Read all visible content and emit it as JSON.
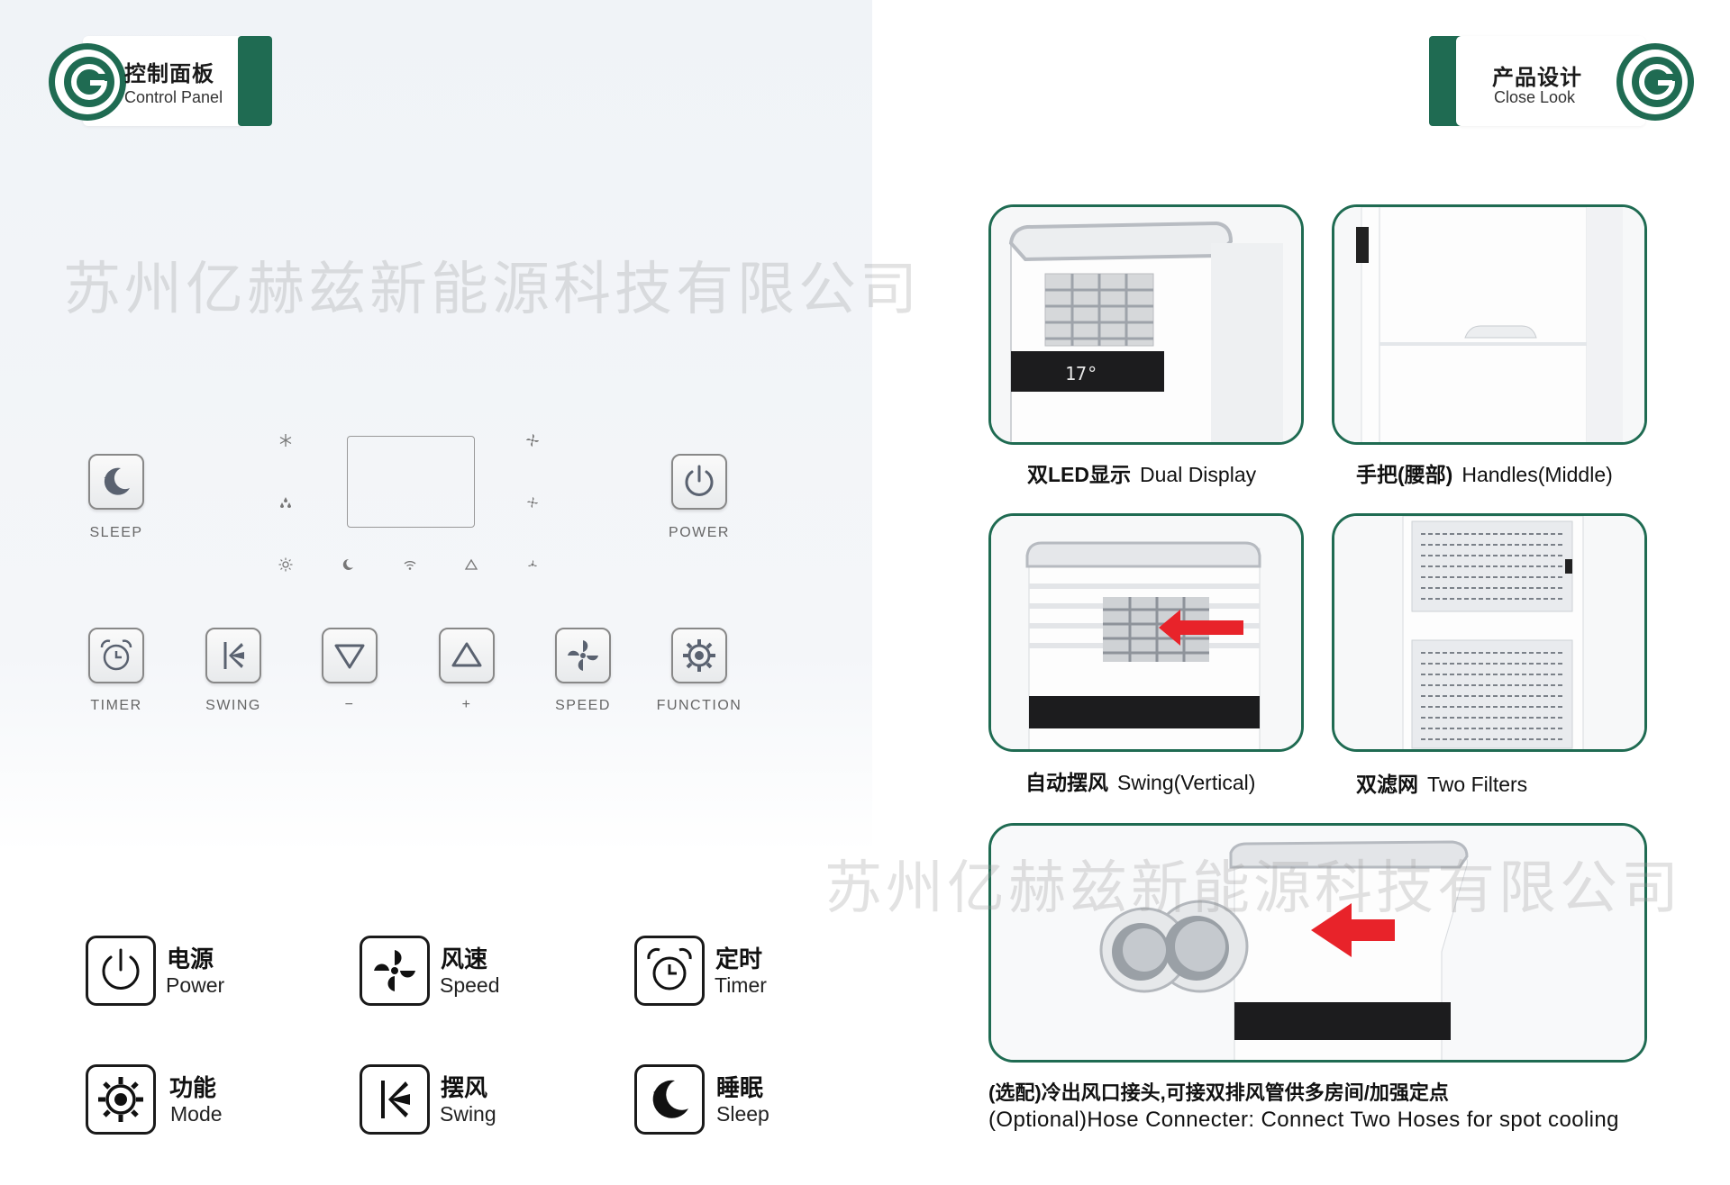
{
  "left_badge": {
    "title_cn": "控制面板",
    "title_en": "Control Panel"
  },
  "right_badge": {
    "title_cn": "产品设计",
    "title_en": "Close Look"
  },
  "watermark": "苏州亿赫兹新能源科技有限公司",
  "control_panel": {
    "sleep": "SLEEP",
    "power": "POWER",
    "timer": "TIMER",
    "swing": "SWING",
    "minus": "−",
    "plus": "+",
    "speed": "SPEED",
    "function": "FUNCTION"
  },
  "legend": [
    {
      "cn": "电源",
      "en": "Power",
      "icon": "power-icon"
    },
    {
      "cn": "风速",
      "en": "Speed",
      "icon": "fan-icon"
    },
    {
      "cn": "定时",
      "en": "Timer",
      "icon": "alarm-clock-icon"
    },
    {
      "cn": "功能",
      "en": "Mode",
      "icon": "gear-icon"
    },
    {
      "cn": "摆风",
      "en": "Swing",
      "icon": "swing-icon"
    },
    {
      "cn": "睡眠",
      "en": "Sleep",
      "icon": "moon-icon"
    }
  ],
  "features": [
    {
      "cn": "双LED显示",
      "en": "Dual Display"
    },
    {
      "cn": "手把(腰部)",
      "en": "Handles(Middle)"
    },
    {
      "cn": "自动摆风",
      "en": "Swing(Vertical)"
    },
    {
      "cn": "双滤网",
      "en": "Two Filters"
    }
  ],
  "hose": {
    "cn": "(选配)冷出风口接头,可接双排风管供多房间/加强定点",
    "en": "(Optional)Hose Connecter: Connect Two Hoses for spot cooling"
  },
  "display_reading": "17°",
  "colors": {
    "brand_green": "#1f6b52",
    "arrow_red": "#e8232a"
  }
}
